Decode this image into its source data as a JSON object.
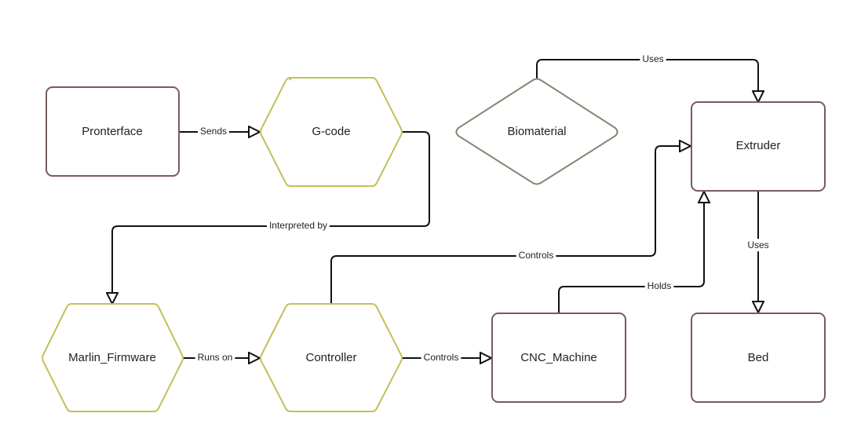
{
  "nodes": {
    "pronterface": "Pronterface",
    "gcode": "G-code",
    "biomaterial": "Biomaterial",
    "extruder": "Extruder",
    "marlin": "Marlin_Firmware",
    "controller": "Controller",
    "cnc": "CNC_Machine",
    "bed": "Bed"
  },
  "edges": {
    "sends": "Sends",
    "interpreted_by": "Interpreted by",
    "runs_on": "Runs on",
    "controls_cnc": "Controls",
    "controls_extruder": "Controls",
    "holds": "Holds",
    "uses_biomaterial": "Uses",
    "uses_bed": "Uses"
  },
  "colors": {
    "rect_stroke": "#7a5a5a",
    "hex_stroke": "#c3c05a",
    "diamond_stroke": "#7d8a72",
    "edge": "#111111"
  }
}
